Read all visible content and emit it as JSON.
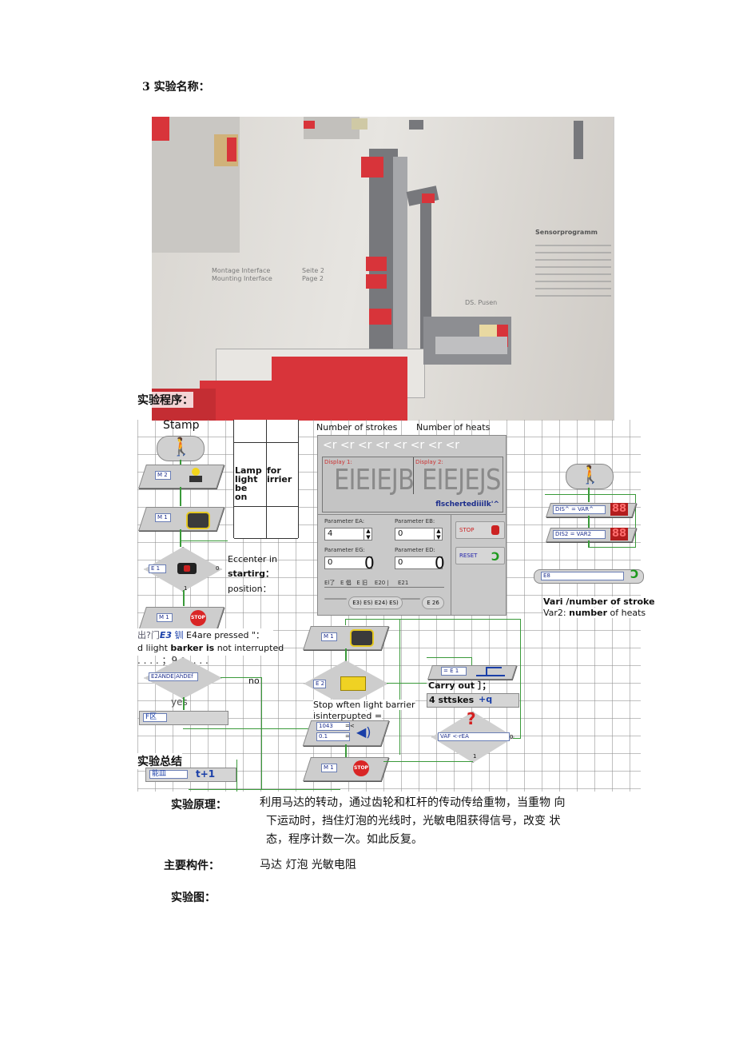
{
  "doc": {
    "heading": "3 实验名称：",
    "program_label": "实验程序：",
    "summary_label": "实验总结",
    "principle_label": "实验原理：",
    "principle_text": "利用马达的转动，通过齿轮和杠杆的传动传给重物，当重物 向下运动时，挡住灯泡的光线时，光敏电阻获得信号，改变 状态，程序计数一次。如此反复。",
    "principle_line1": "利用马达的转动，通过齿轮和杠杆的传动传给重物，当重物 向",
    "principle_line2": "下运动时，挡住灯泡的光线时，光敏电阻获得信号，改变 状",
    "principle_line3": "态，程序计数一次。如此反复。",
    "components_label": "主要构件：",
    "components_text": "马达 灯泡 光敏电阻",
    "figure_label": "实验图："
  },
  "photo": {
    "text1": "Montage Interface",
    "text2": "Mounting Interface",
    "text3": "Seite 2",
    "text4": "Page 2",
    "text5": "Sensorprogramm",
    "text6": "DS. Pusen"
  },
  "program": {
    "stamp": "Stamp",
    "m2": "M 2",
    "m1a": "M 1",
    "e1": "E 1",
    "m1b": "M 1",
    "m1c": "M 1",
    "lamp_col1": "Lamp\nlight\nbe\non",
    "lamp_col2": "for\nirrier",
    "eccenter1": "Eccenter in",
    "eccenter2": "startirg：",
    "eccenter3": "position：",
    "e3_line_a": "出?门",
    "e3_line_b": "E3",
    "e3_line_c": "钏",
    "e3_line_d": "E4are pressed \"：",
    "barrier_line_a": "d liight",
    "barrier_line_b": "barker is",
    "barrier_line_c": "not interrupted",
    "dots": ". . . .  ；9 ；  . . .",
    "e2and": "E2ANDE|AhDEf",
    "no": "no",
    "yes": "yes",
    "fbox": "F区",
    "summary_box": "能皿",
    "t1": "t+1",
    "zero_a": "0",
    "one_a": "1",
    "num_strokes": "Number of strokes",
    "num_heats": "Number of heats",
    "arrows": "<r <r <r <r <r <r <r <r",
    "display1": "Display 1:",
    "display2": "Display 2:",
    "seg1": "EIEIEJB",
    "seg2": "EIEJEJS",
    "brand": "flschertediiilk'^",
    "paramEA": "Parameter EA:",
    "paramEB": "Parameter EB:",
    "paramEC": "Parameter EG:",
    "paramED": "Parameter ED:",
    "valEA": "4",
    "valEB": "0",
    "valEC": "0",
    "valED": "0",
    "bigzero": "0",
    "stop": "STOP",
    "reset": "RESET",
    "e_buttons": "El了   E 倡   E 旧    E20 |     E21",
    "e_buttons2": "E3) ES) E24) ES)",
    "e26": "E 26",
    "m1_r1": "M 1",
    "e2": "E 2",
    "eq_e1": "= E 1",
    "carry": "Carry out ］；",
    "sttskes": "4 sttskes",
    "plusq": "+q",
    "stop_when1": "Stop wften light barrier",
    "stop_when2": "isinterpupted =",
    "v1043": "1043",
    "v01": "0.1",
    "neq": "=<",
    "eq2": "=",
    "var_cmp": "VAF <-rEA",
    "q_zero": "0",
    "q_one": "1",
    "m1_r3": "M 1",
    "dis1": "DIS^ = VAR^",
    "dis2": "DIS2 = VAR2",
    "led": "88",
    "e8": "E8",
    "var1": "Vari /number of stroke",
    "var2_a": "Var2: ",
    "var2_b": "number",
    "var2_c": " of heats",
    "stop_sign": "STOP"
  }
}
